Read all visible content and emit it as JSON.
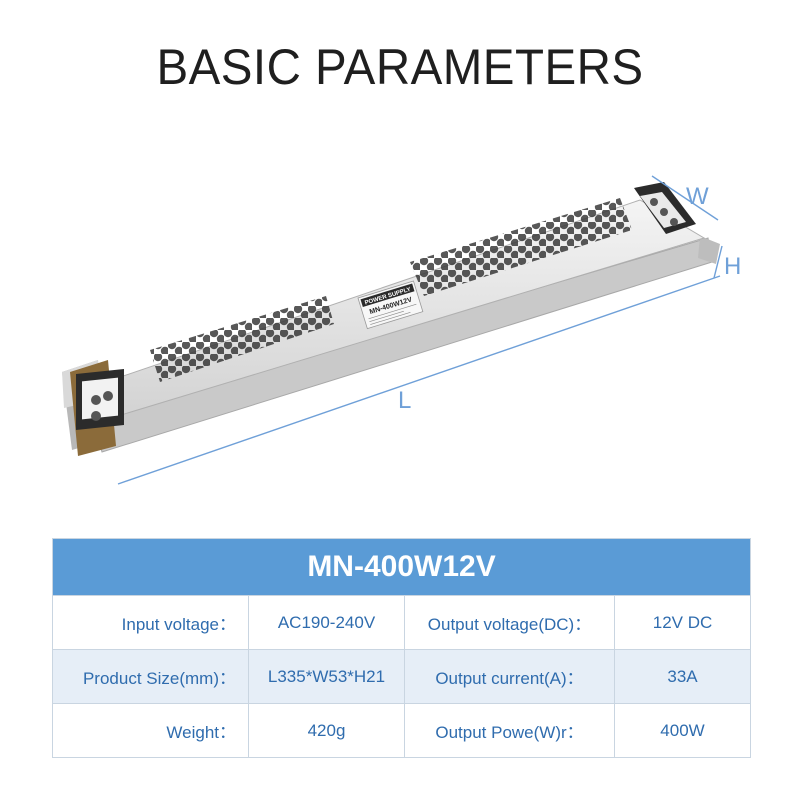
{
  "header": {
    "title": "BASIC PARAMETERS"
  },
  "diagram": {
    "width_label": "W",
    "height_label": "H",
    "length_label": "L"
  },
  "product_label": {
    "brand": "POWER SUPPLY",
    "model": "MN-400W12V"
  },
  "colors": {
    "accent": "#5a9bd6",
    "dimension_line": "#6fa0d8",
    "row_alt": "#e6eef7",
    "text": "#2f6cae"
  },
  "spec_table": {
    "model": "MN-400W12V",
    "rows": [
      {
        "label1": "Input voltage：",
        "value1": "AC190-240V",
        "label2": "Output voltage(DC)：",
        "value2": "12V DC"
      },
      {
        "label1": "Product Size(mm)：",
        "value1": "L335*W53*H21",
        "label2": "Output current(A)：",
        "value2": "33A"
      },
      {
        "label1": "Weight：",
        "value1": "420g",
        "label2": "Output Powe(W)r：",
        "value2": "400W"
      }
    ]
  }
}
